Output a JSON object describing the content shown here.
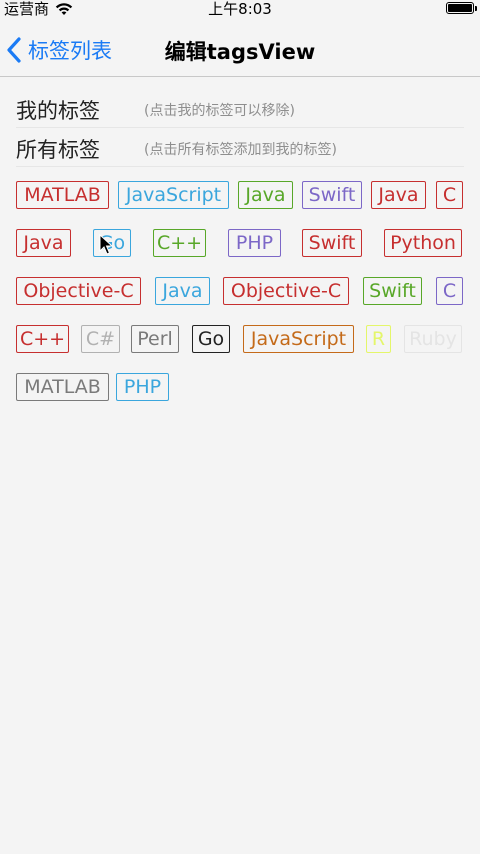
{
  "status_bar": {
    "carrier": "运营商",
    "time": "上午8:03"
  },
  "nav": {
    "back_label": "标签列表",
    "title": "编辑tagsView"
  },
  "sections": {
    "mine": {
      "label": "我的标签",
      "hint": "(点击我的标签可以移除)"
    },
    "all": {
      "label": "所有标签",
      "hint": "(点击所有标签添加到我的标签)"
    }
  },
  "colors": {
    "accent": "#1b7bf5",
    "red": "#c62f2f",
    "blue": "#3aa6dd",
    "green": "#58a728",
    "purple": "#7c67c7",
    "gray": "#7a7a7a",
    "lightgray": "#b1b1b1",
    "dark": "#222222",
    "orange": "#c46a19",
    "yellow": "#e4f66a",
    "faint": "#e4e4e4"
  },
  "tags": [
    {
      "text": "MATLAB",
      "color": "red"
    },
    {
      "text": "JavaScript",
      "color": "blue"
    },
    {
      "text": "Java",
      "color": "green"
    },
    {
      "text": "Swift",
      "color": "purple"
    },
    {
      "text": "Java",
      "color": "red"
    },
    {
      "text": "C",
      "color": "red"
    },
    {
      "text": "Java",
      "color": "red"
    },
    {
      "text": "Go",
      "color": "blue"
    },
    {
      "text": "C++",
      "color": "green"
    },
    {
      "text": "PHP",
      "color": "purple"
    },
    {
      "text": "Swift",
      "color": "red"
    },
    {
      "text": "Python",
      "color": "red"
    },
    {
      "text": "Objective-C",
      "color": "red"
    },
    {
      "text": "Java",
      "color": "blue"
    },
    {
      "text": "Objective-C",
      "color": "red"
    },
    {
      "text": "Swift",
      "color": "green"
    },
    {
      "text": "C",
      "color": "purple"
    },
    {
      "text": "C++",
      "color": "red"
    },
    {
      "text": "C#",
      "color": "lightgray"
    },
    {
      "text": "Perl",
      "color": "gray"
    },
    {
      "text": "Go",
      "color": "dark"
    },
    {
      "text": "JavaScript",
      "color": "orange"
    },
    {
      "text": "R",
      "color": "yellow"
    },
    {
      "text": "Ruby",
      "color": "faint"
    },
    {
      "text": "MATLAB",
      "color": "gray"
    },
    {
      "text": "PHP",
      "color": "blue"
    }
  ]
}
